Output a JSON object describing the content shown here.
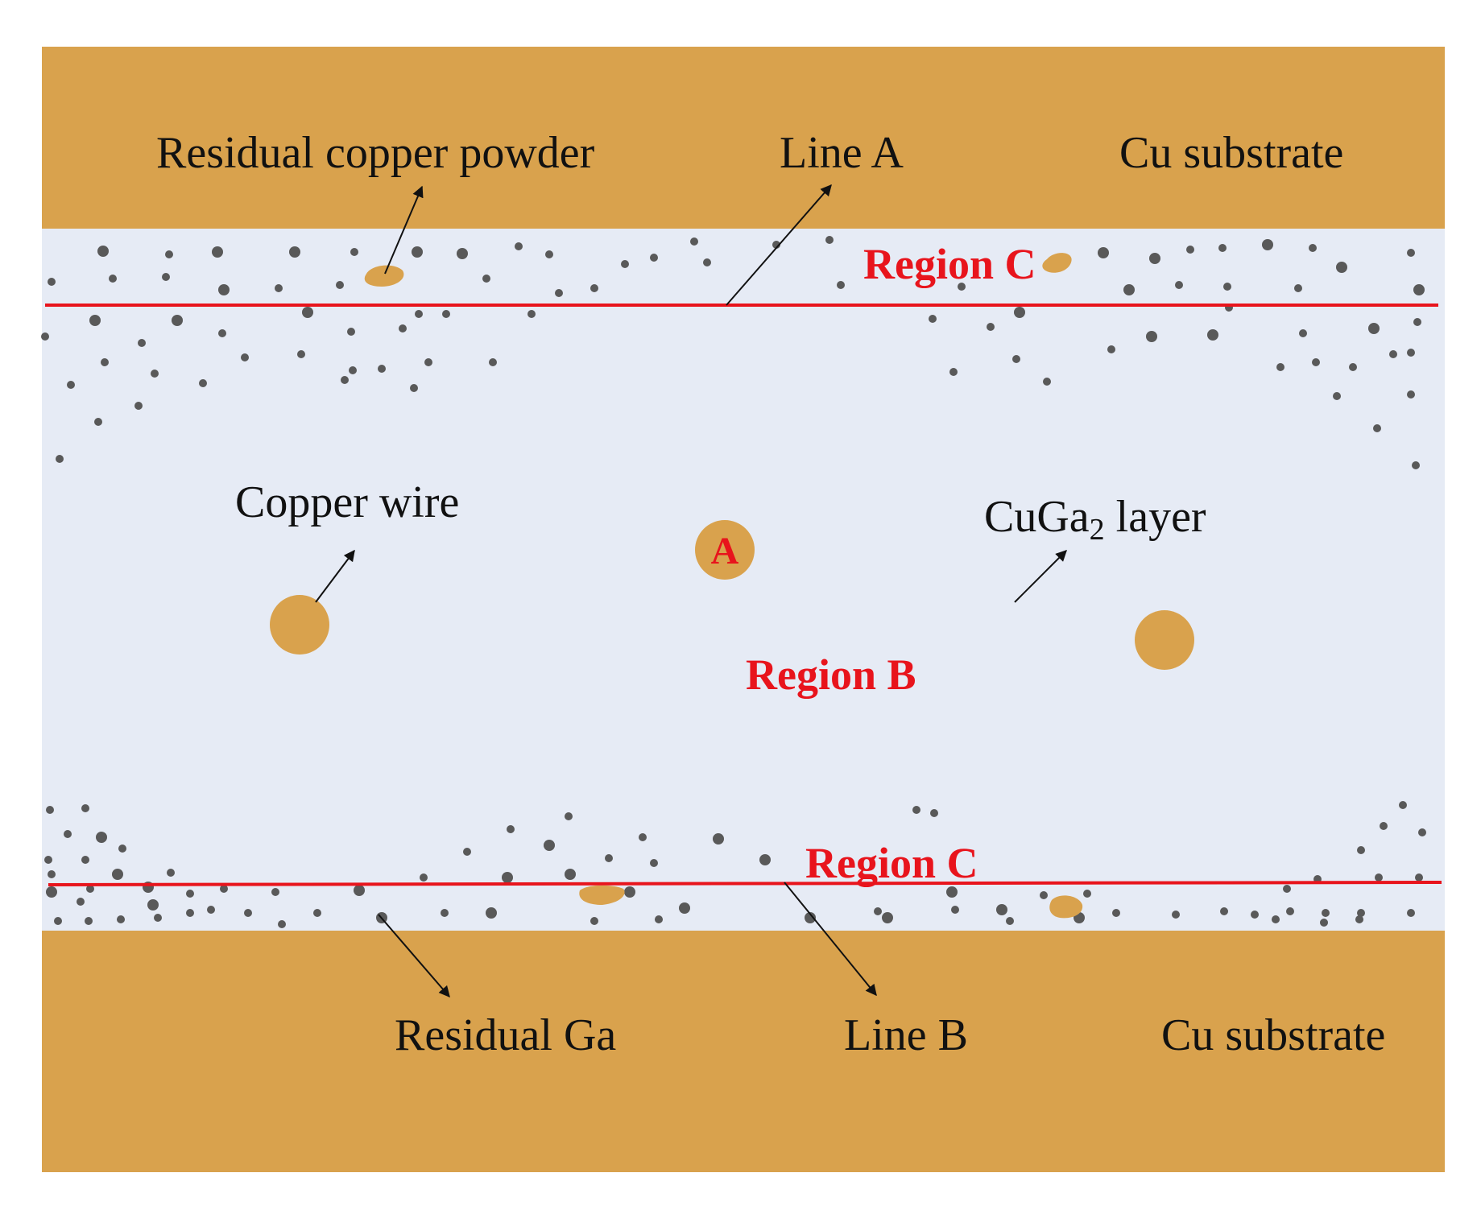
{
  "diagram": {
    "labels": {
      "residual_copper_powder": "Residual copper powder",
      "line_a": "Line A",
      "cu_substrate_top": "Cu substrate",
      "region_c_top": "Region C",
      "copper_wire": "Copper wire",
      "cuga2_prefix": "CuGa",
      "cuga2_sub": "2",
      "cuga2_suffix": " layer",
      "marker_a": "A",
      "region_b": "Region B",
      "region_c_bottom": "Region C",
      "residual_ga": "Residual Ga",
      "line_b": "Line B",
      "cu_substrate_bottom": "Cu substrate"
    },
    "colors": {
      "copper": "#d9a24d",
      "layer": "#e6ebf5",
      "ga_dot": "#595959",
      "line": "#e8141c",
      "text": "#111111",
      "region_text": "#e8141c"
    }
  }
}
